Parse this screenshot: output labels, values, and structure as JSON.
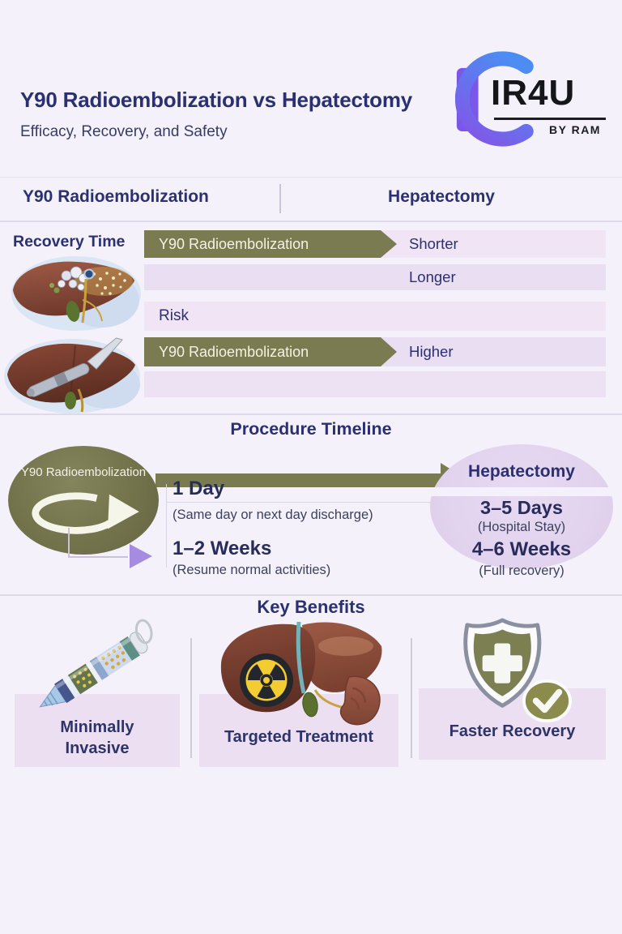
{
  "header": {
    "title": "Y90 Radioembolization vs Hepatectomy",
    "subtitle": "Efficacy, Recovery, and Safety",
    "logo": {
      "brand": "IR4U",
      "tagline": "BY RAM"
    }
  },
  "comparison": {
    "left_header": "Y90 Radioembolization",
    "right_header": "Hepatectomy",
    "rows": [
      {
        "label": "Recovery Time",
        "banner": "Y90 Radioembolization",
        "value": "Shorter"
      },
      {
        "value": "Longer"
      },
      {
        "label": "Risk"
      },
      {
        "banner": "Y90 Radioembolization",
        "value": "Higher"
      },
      {
        "value": ""
      }
    ]
  },
  "timeline": {
    "title": "Procedure Timeline",
    "left_node": "Y90 Radioembolization",
    "right_node": "Hepatectomy",
    "y90_duration": "1 Day",
    "y90_duration_note": "(Same day or next day discharge)",
    "y90_recovery": "1–2 Weeks",
    "y90_recovery_note": "(Resume normal activities)",
    "hep_stay": "3–5 Days",
    "hep_stay_note": "(Hospital Stay)",
    "hep_recovery": "4–6 Weeks",
    "hep_recovery_note": "(Full recovery)"
  },
  "benefits": {
    "title": "Key Benefits",
    "items": [
      {
        "label": "Minimally Invasive",
        "icon": "catheter-device-icon"
      },
      {
        "label": "Targeted Treatment",
        "icon": "liver-radiation-icon"
      },
      {
        "label": "Faster Recovery",
        "icon": "shield-check-icon"
      }
    ]
  },
  "colors": {
    "background": "#f4f1fa",
    "navy_text": "#2b3070",
    "olive_accent": "#7b7b52",
    "row_pink": "#f1e4f4",
    "row_purple": "#e9def2",
    "ellipse_lavender": "#e2d3ee",
    "triangle_purple": "#a68ce0",
    "logo_gradient_blue": "#4d8cf2",
    "logo_gradient_purple": "#8157e8"
  }
}
